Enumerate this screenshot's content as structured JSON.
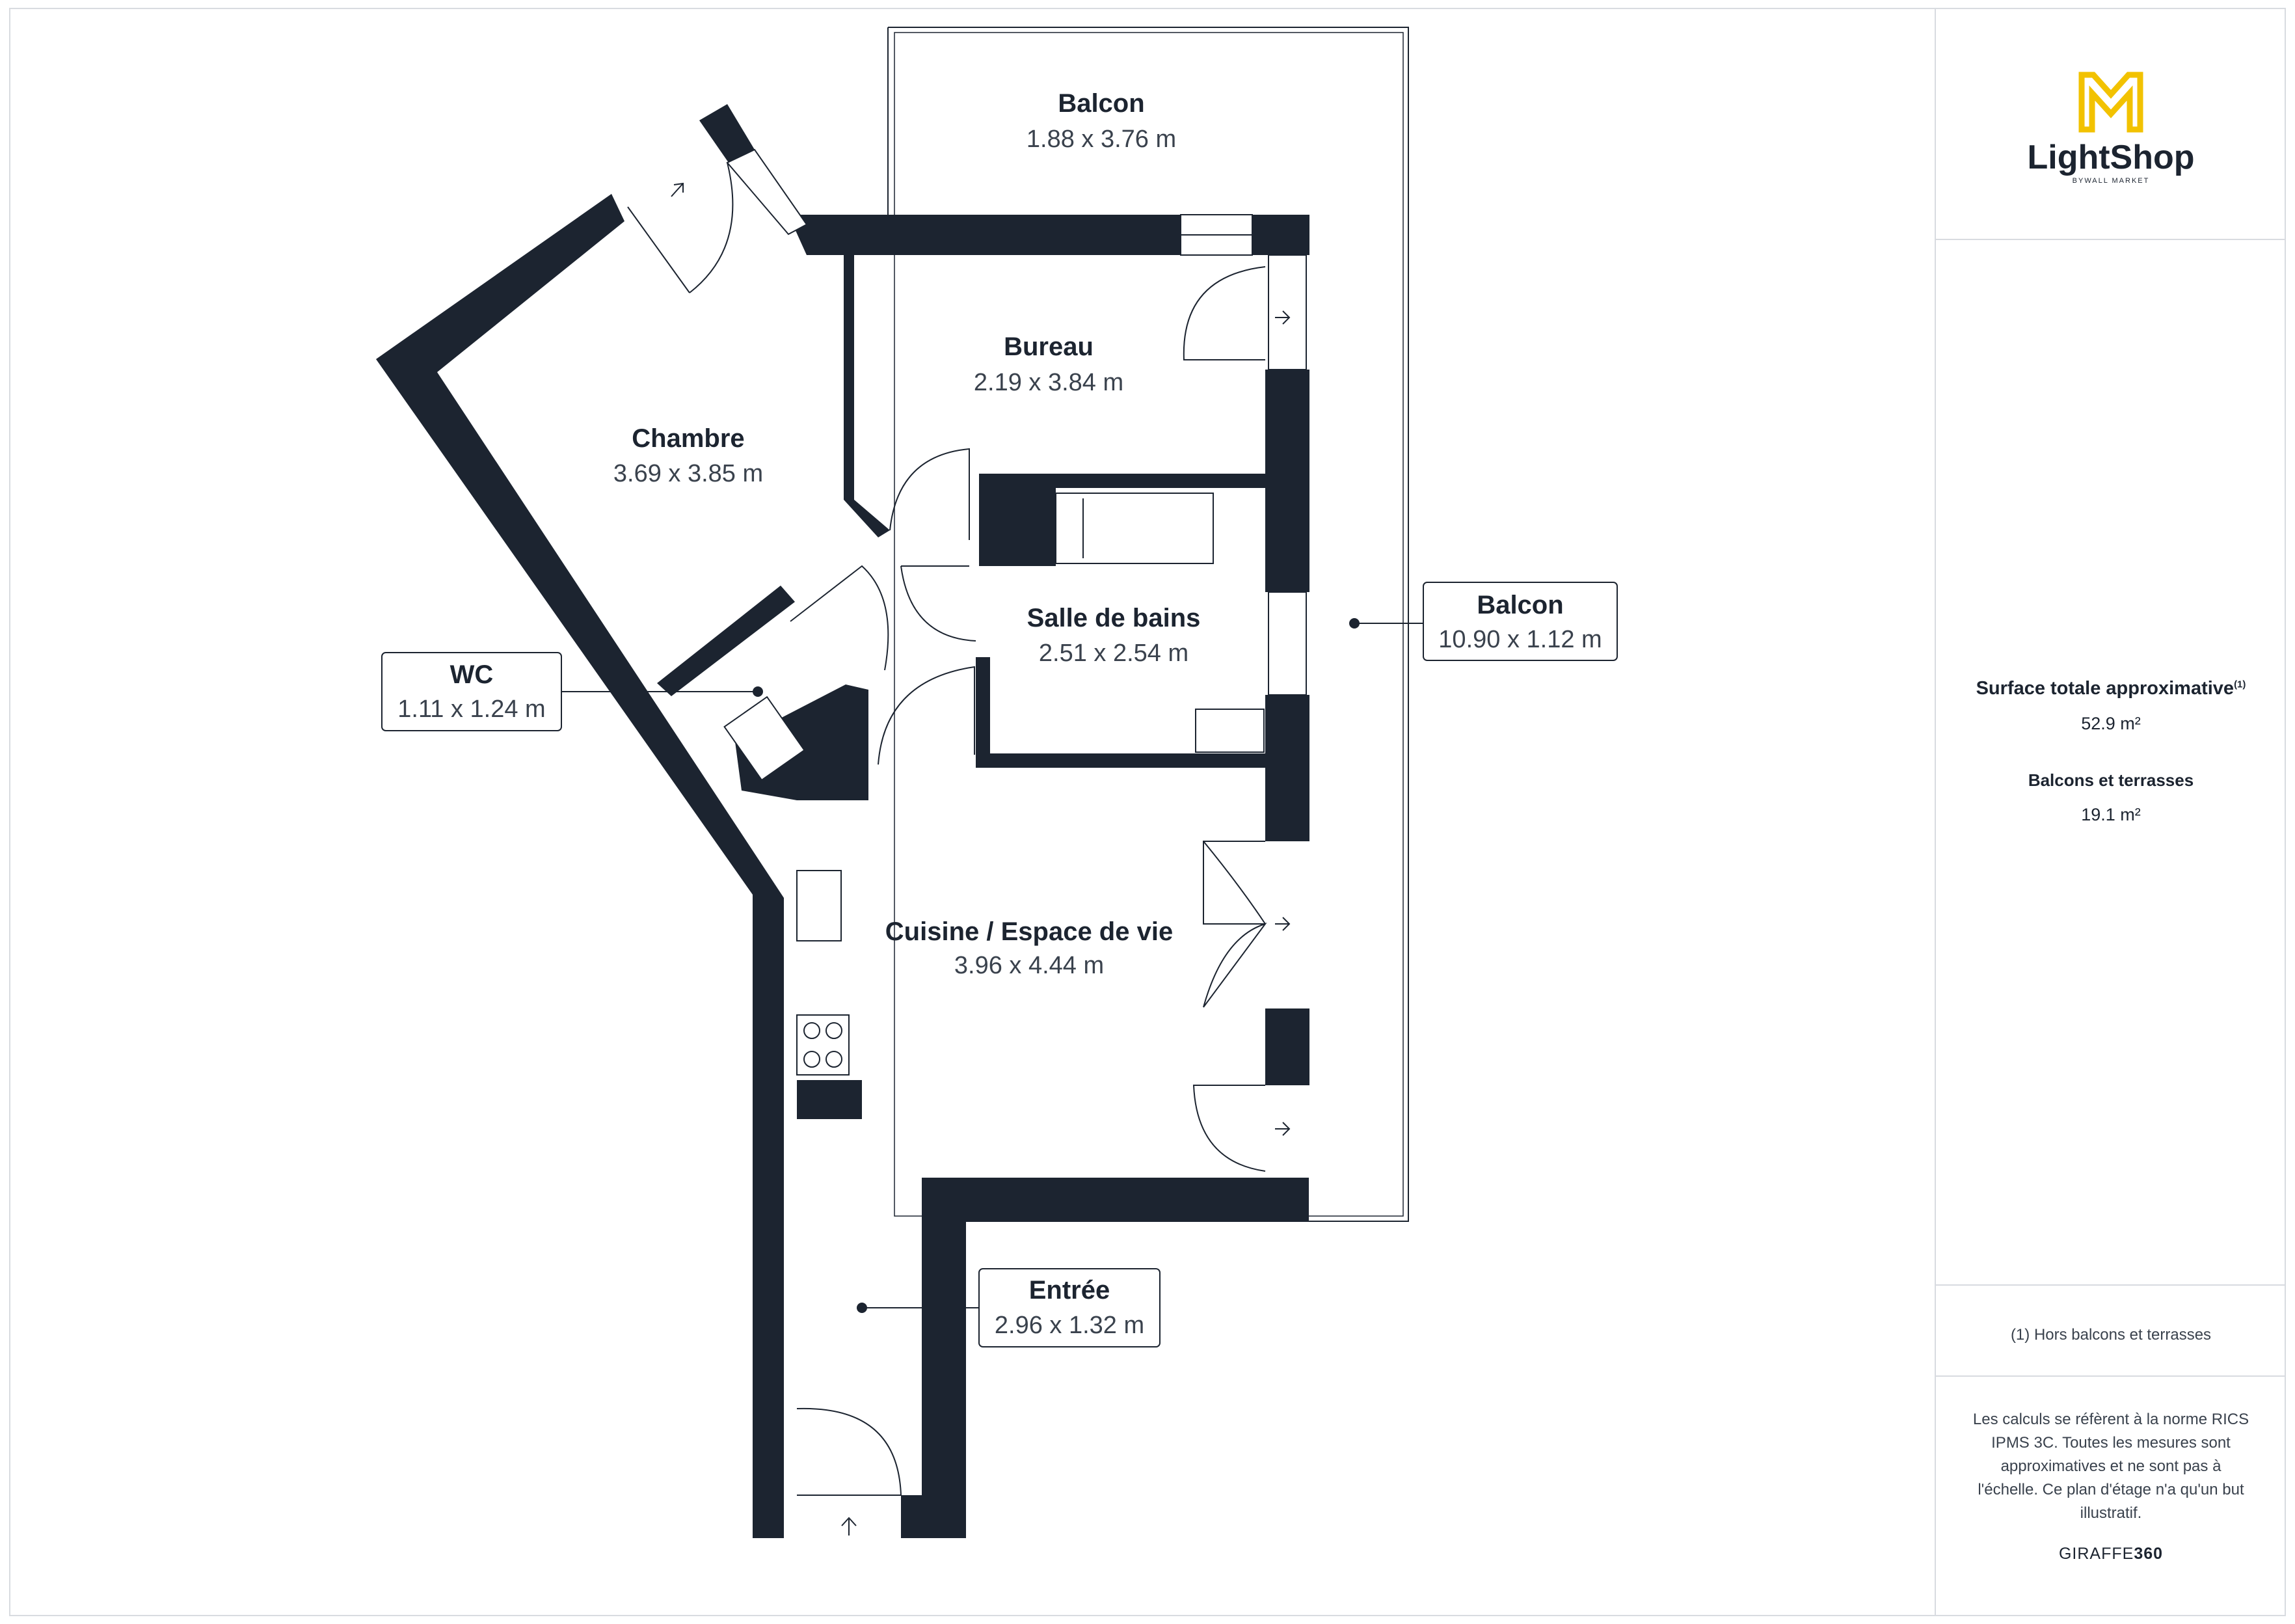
{
  "rooms": {
    "balcon_top": {
      "name": "Balcon",
      "dims": "1.88 x 3.76 m"
    },
    "bureau": {
      "name": "Bureau",
      "dims": "2.19 x 3.84 m"
    },
    "chambre": {
      "name": "Chambre",
      "dims": "3.69 x 3.85 m"
    },
    "salle_de_bains": {
      "name": "Salle de bains",
      "dims": "2.51 x 2.54 m"
    },
    "balcon_right": {
      "name": "Balcon",
      "dims": "10.90 x 1.12 m"
    },
    "wc": {
      "name": "WC",
      "dims": "1.11 x 1.24 m"
    },
    "cuisine": {
      "name": "Cuisine / Espace de vie",
      "dims": "3.96 x 4.44 m"
    },
    "entree": {
      "name": "Entrée",
      "dims": "2.96 x 1.32 m"
    }
  },
  "sidebar": {
    "brand_name": "LightShop",
    "brand_sub": "BYWALL MARKET",
    "surface_title": "Surface totale approximative",
    "surface_note_ref": "(1)",
    "surface_value": "52.9 m²",
    "balcons_title": "Balcons et terrasses",
    "balcons_value": "19.1 m²",
    "footnote": "(1) Hors balcons et terrasses",
    "disclaimer": "Les calculs se réfèrent à la norme RICS IPMS 3C. Toutes les mesures sont approximatives et ne sont pas à l'échelle. Ce plan d'étage n'a qu'un but illustratif.",
    "giraffe_a": "GIRAFFE",
    "giraffe_b": "360"
  },
  "colors": {
    "wall": "#1c2430",
    "accent": "#f2c200",
    "divider": "#d8dbe0"
  }
}
